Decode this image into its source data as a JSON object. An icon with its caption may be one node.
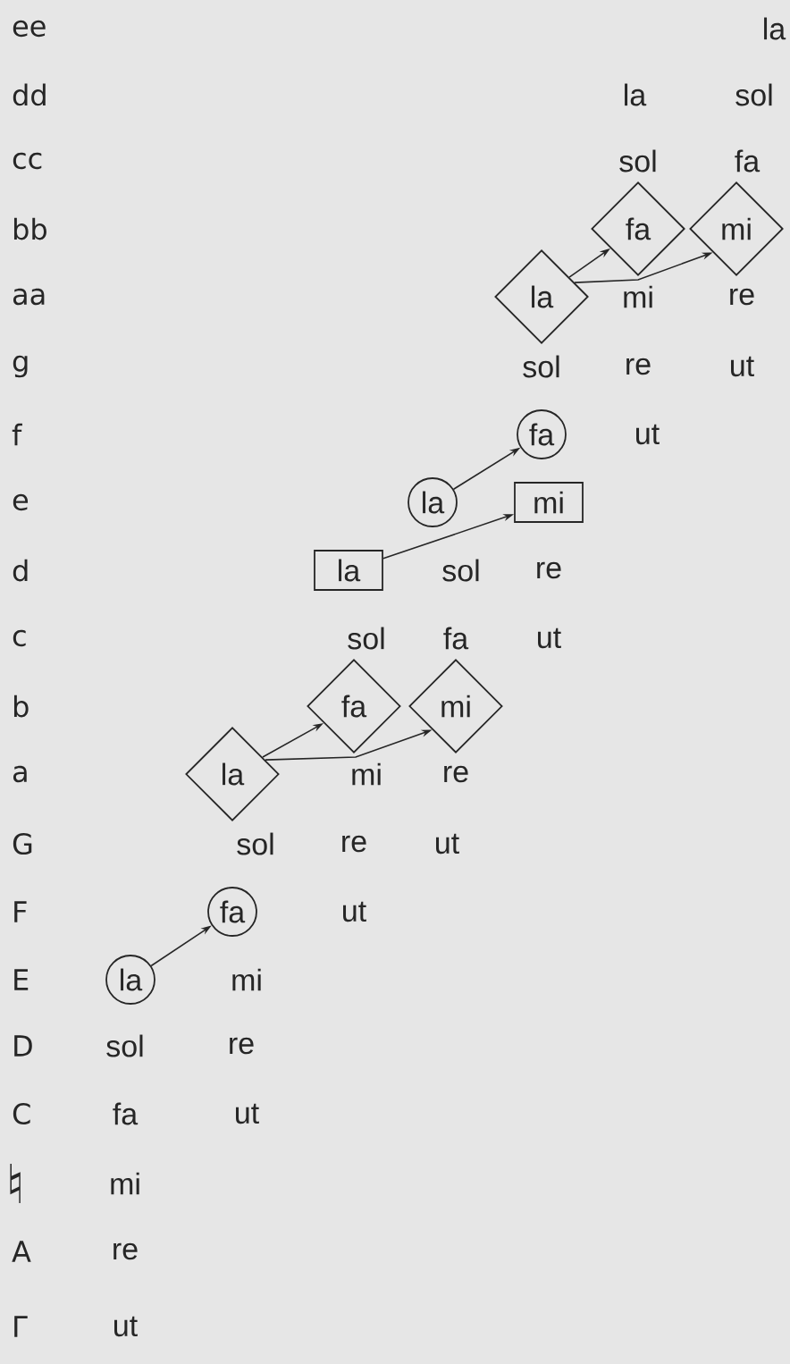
{
  "diagram": {
    "nodes": [
      {
        "text": [
          "fa"
        ]
      },
      {
        "text": [
          "mi"
        ]
      },
      {
        "text": [
          "la"
        ]
      },
      {
        "text": [
          "fa"
        ]
      },
      {
        "text": [
          "la"
        ]
      },
      {
        "text": [
          "mi"
        ]
      },
      {
        "text": [
          "la"
        ]
      },
      {
        "text": [
          "fa"
        ]
      },
      {
        "text": [
          "mi"
        ]
      },
      {
        "text": [
          "la"
        ]
      },
      {
        "text": [
          "fa"
        ]
      },
      {
        "text": [
          "la"
        ]
      }
    ],
    "edges": [
      {
        "from": 2,
        "to": 0,
        "arrow": "to"
      },
      {
        "from": 2,
        "to": 1,
        "arrow": "to"
      },
      {
        "from": 4,
        "to": 3,
        "arrow": "to"
      },
      {
        "from": 6,
        "to": 5,
        "arrow": "to"
      },
      {
        "from": 9,
        "to": 7,
        "arrow": "to"
      },
      {
        "from": 9,
        "to": 8,
        "arrow": "to"
      },
      {
        "from": 11,
        "to": 10,
        "arrow": "to"
      }
    ],
    "labels": [
      "ee",
      "la",
      "dd",
      "la",
      "sol",
      "cc",
      "sol",
      "fa",
      "bb",
      "aa",
      "mi",
      "re",
      "g",
      "sol",
      "re",
      "ut",
      "f",
      "ut",
      "e",
      "d",
      "sol",
      "re",
      "c",
      "sol",
      "fa",
      "ut",
      "b",
      "a",
      "mi",
      "re",
      "G",
      "sol",
      "re",
      "ut",
      "F",
      "ut",
      "E",
      "mi",
      "D",
      "sol",
      "re",
      "C",
      "fa",
      "ut",
      "♮",
      "mi",
      "A",
      "re",
      "Γ",
      "ut"
    ]
  }
}
